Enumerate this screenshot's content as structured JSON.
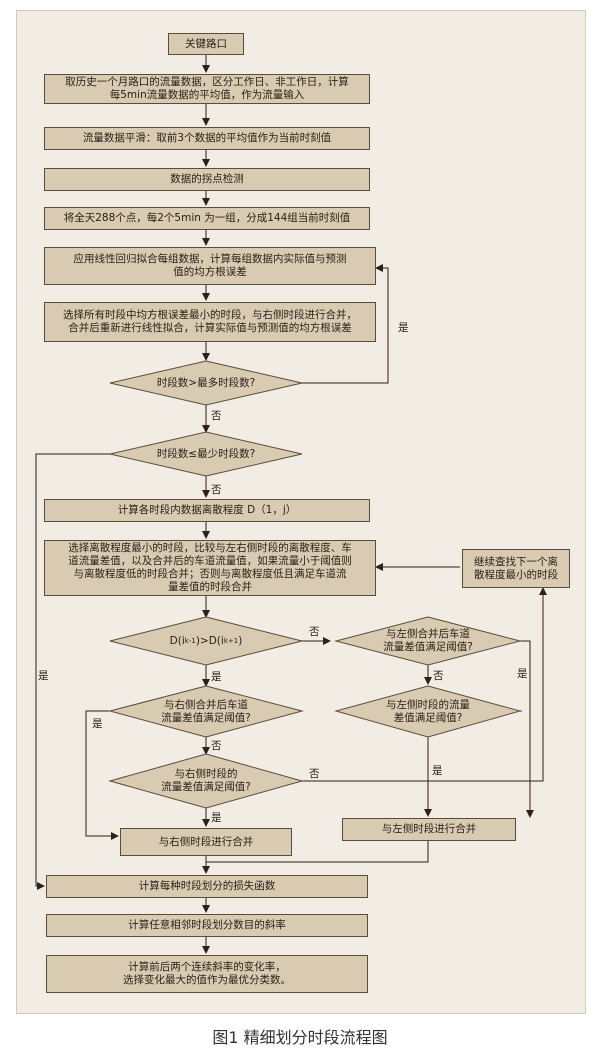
{
  "flowchart": {
    "start": "关键路口",
    "step1": "取历史一个月路口的流量数据，区分工作日、非工作日，计算\n每5min流量数据的平均值，作为流量输入",
    "step2": "流量数据平滑：取前3个数据的平均值作为当前时刻值",
    "step3": "数据的拐点检测",
    "step4": "将全天288个点，每2个5min 为一组，分成144组当前时刻值",
    "step5": "应用线性回归拟合每组数据，计算每组数据内实际值与预测\n值的均方根误差",
    "step6": "选择所有时段中均方根误差最小的时段，与右侧时段进行合并，\n合并后重新进行线性拟合，计算实际值与预测值的均方根误差",
    "decision1": "时段数>最多时段数?",
    "decision2": "时段数≤最少时段数?",
    "step7": "计算各时段内数据离散程度 D（1，j）",
    "step8": "选择离散程度最小的时段，比较与左右侧时段的离散程度、车\n道流量差值，以及合并后的车道流量值，如果流量小于阈值则\n与离散程度低的时段合并；否则与离散程度低且满足车道流\n量差值的时段合并",
    "side_box": "继续查找下一个离\n散程度最小的时段",
    "decision3_main": "D(i",
    "decision3_sub1": "k-1",
    "decision3_mid": ")>D(i",
    "decision3_sub2": "k+1",
    "decision3_end": ")",
    "decision4": "与左侧合并后车道\n流量差值满足阈值?",
    "decision5": "与右侧合并后车道\n流量差值满足阈值?",
    "decision6": "与左侧时段的流量\n差值满足阈值?",
    "decision7": "与右侧时段的\n流量差值满足阈值?",
    "merge_left": "与左侧时段进行合并",
    "merge_right": "与右侧时段进行合并",
    "step9": "计算每种时段划分的损失函数",
    "step10": "计算任意相邻时段划分数目的斜率",
    "step11": "计算前后两个连续斜率的变化率，\n选择变化最大的值作为最优分类数。",
    "yes": "是",
    "no": "否"
  },
  "caption": "图1 精细划分时段流程图",
  "colors": {
    "panel": "#f1ece4",
    "box_fill": "#d9cbb2",
    "stroke": "#5a4b3a"
  }
}
